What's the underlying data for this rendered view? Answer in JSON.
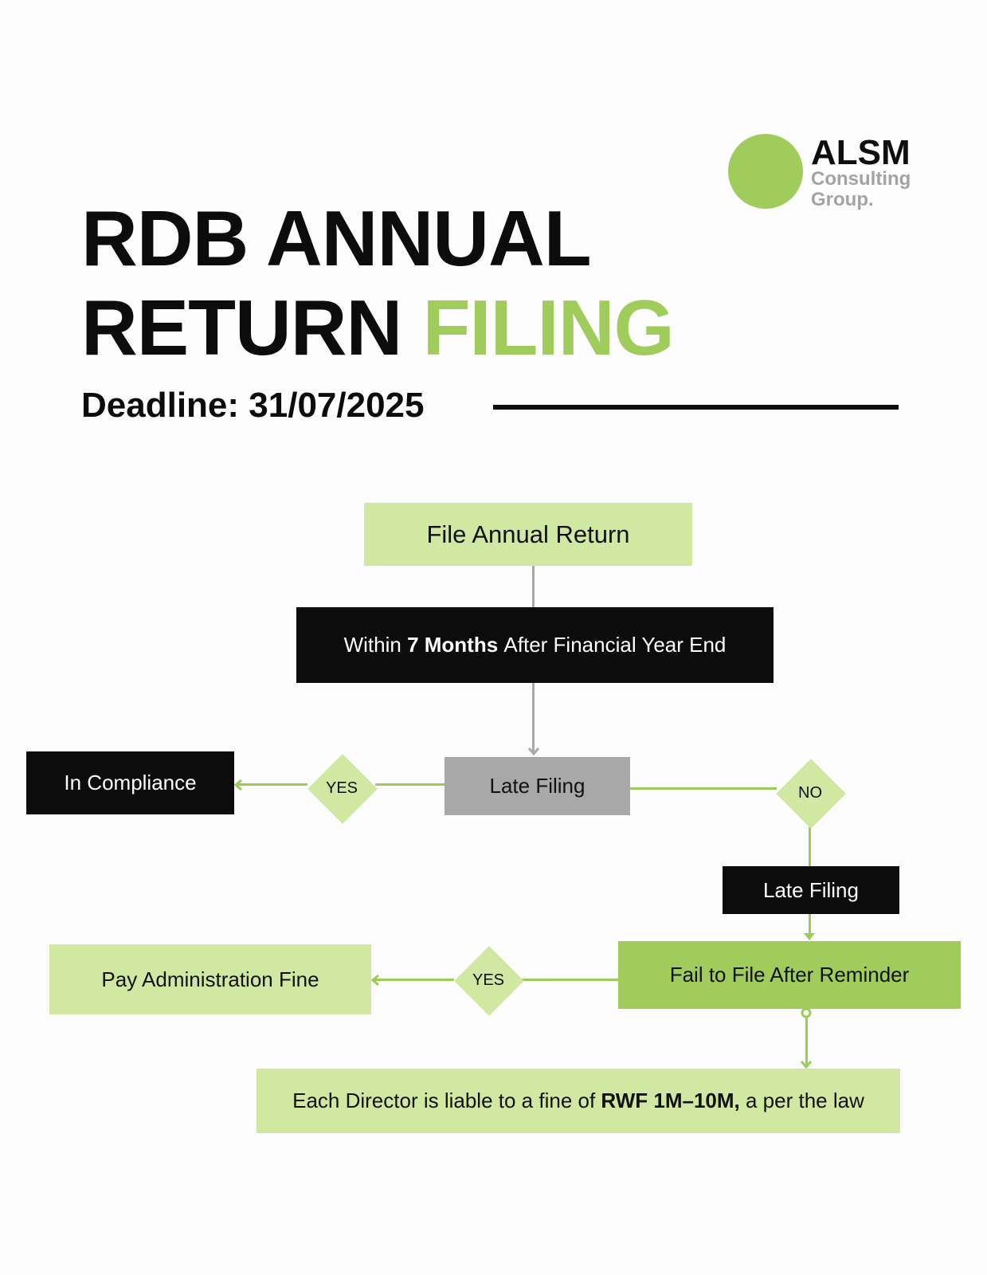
{
  "logo": {
    "name": "ALSM",
    "line1": "Consulting",
    "line2": "Group.",
    "circle_color": "#a0cc5c"
  },
  "title": {
    "line1": "RDB ANNUAL",
    "line2_dark": "RETURN",
    "line2_accent": "FILING",
    "accent_color": "#a0cc5c"
  },
  "deadline": {
    "label": "Deadline:",
    "date": "31/07/2025"
  },
  "flowchart": {
    "nodes": {
      "file_annual_return": "File Annual Return",
      "within_prefix": "Within",
      "within_bold": "7 Months",
      "within_suffix": "After Financial Year End",
      "late_filing_check": "Late Filing",
      "in_compliance": "In Compliance",
      "late_filing": "Late Filing",
      "fail_to_file": "Fail to File After Reminder",
      "pay_fine": "Pay Administration Fine",
      "director_prefix": "Each Director is liable to a fine of",
      "director_bold": "RWF 1M–10M,",
      "director_suffix": "a per the law"
    },
    "decisions": {
      "yes_compliance": "YES",
      "no_late": "NO",
      "yes_fine": "YES"
    },
    "colors": {
      "light_green": "#d0e8a2",
      "mid_green": "#a0cc5c",
      "dark": "#0c0c0c",
      "gray": "#a8a8a8"
    }
  }
}
